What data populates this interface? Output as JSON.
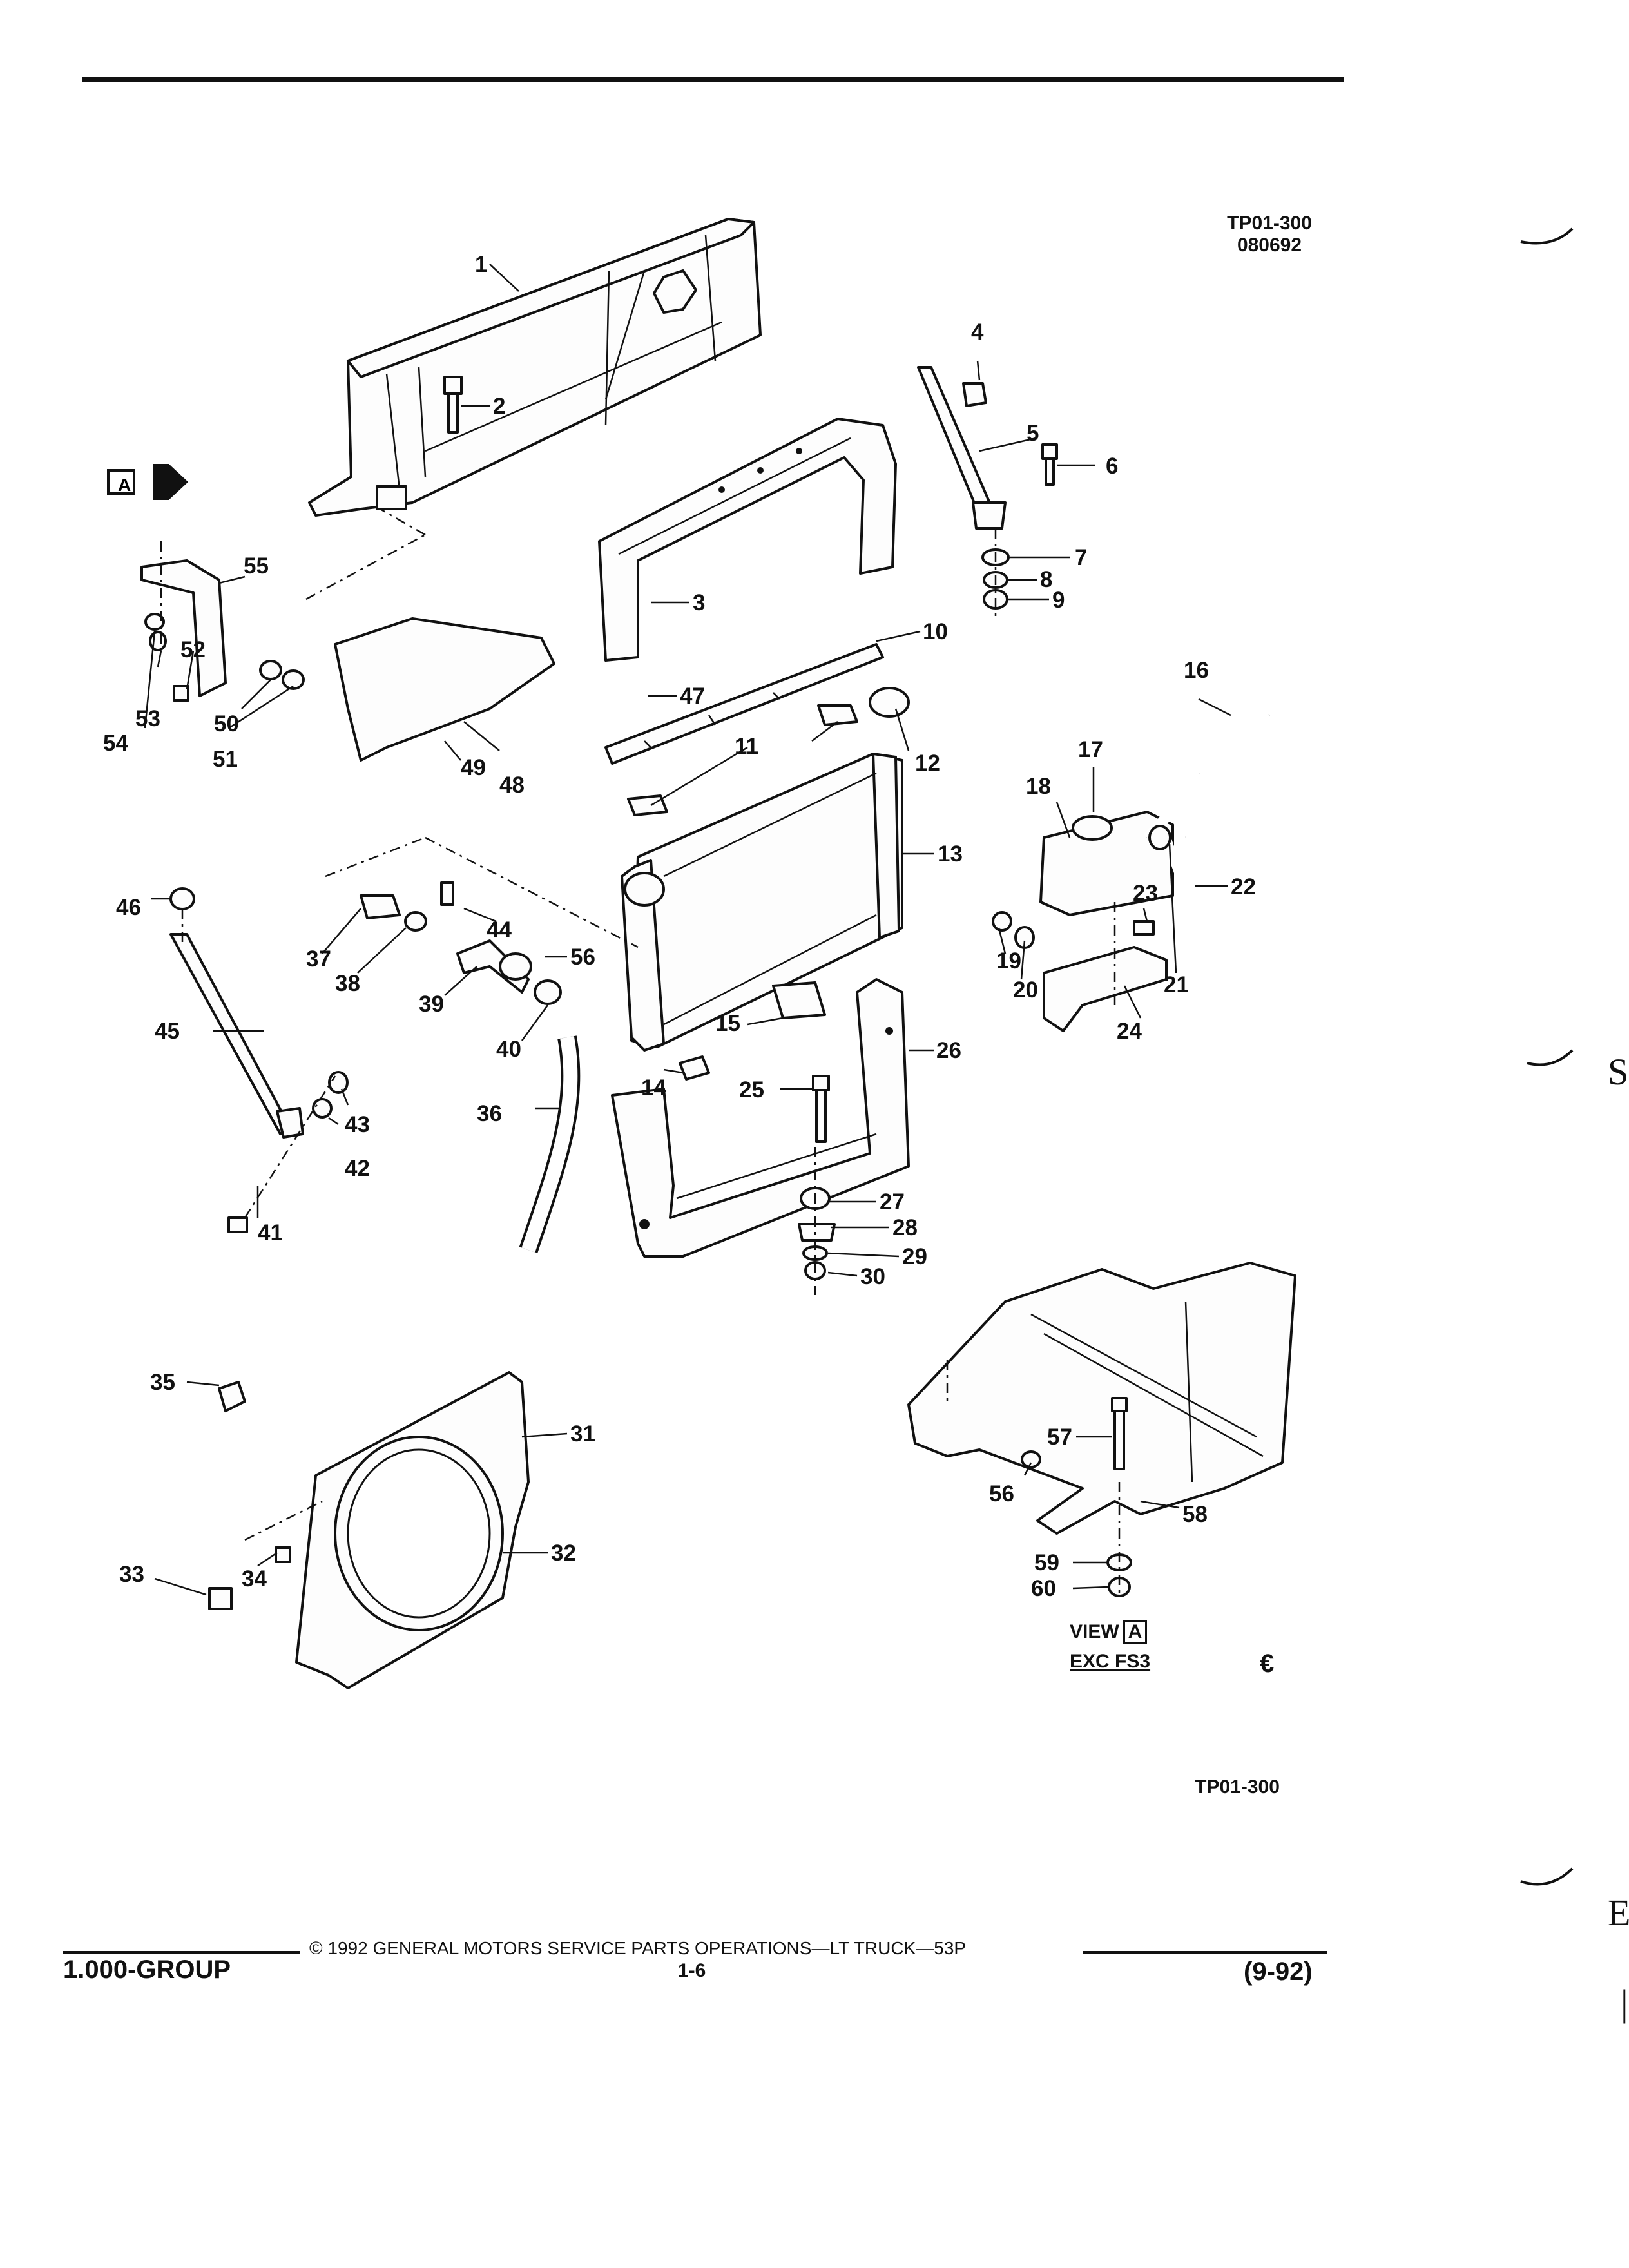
{
  "figure": {
    "code": "TP01-300",
    "date_code": "080692",
    "bottom_code": "TP01-300",
    "arrow_view_label": "A",
    "view_caption": "VIEW",
    "view_letter": "A",
    "view_note": "EXC FS3",
    "mark": "€"
  },
  "callouts": [
    "1",
    "2",
    "3",
    "4",
    "5",
    "6",
    "7",
    "8",
    "9",
    "10",
    "11",
    "12",
    "13",
    "14",
    "15",
    "16",
    "17",
    "18",
    "19",
    "20",
    "21",
    "22",
    "23",
    "24",
    "25",
    "26",
    "27",
    "28",
    "29",
    "30",
    "31",
    "32",
    "33",
    "34",
    "35",
    "36",
    "37",
    "38",
    "39",
    "40",
    "41",
    "42",
    "43",
    "44",
    "45",
    "46",
    "47",
    "48",
    "49",
    "50",
    "51",
    "52",
    "53",
    "54",
    "55",
    "56",
    "57",
    "58",
    "59",
    "60"
  ],
  "footer": {
    "copyright": "©  1992  GENERAL MOTORS SERVICE PARTS OPERATIONS—LT TRUCK—53P",
    "group": "1.000-GROUP",
    "page": "1-6",
    "revision": "(9-92)"
  },
  "edge_marks": {
    "s": "S",
    "e": "E",
    "bar": "|"
  }
}
